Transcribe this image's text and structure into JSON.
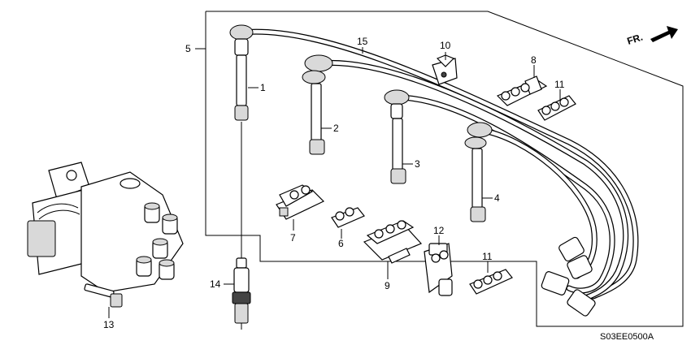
{
  "callouts": [
    {
      "id": "p1",
      "text": "1"
    },
    {
      "id": "p2",
      "text": "2"
    },
    {
      "id": "p3",
      "text": "3"
    },
    {
      "id": "p4",
      "text": "4"
    },
    {
      "id": "p5",
      "text": "5"
    },
    {
      "id": "p6",
      "text": "6"
    },
    {
      "id": "p7",
      "text": "7"
    },
    {
      "id": "p8",
      "text": "8"
    },
    {
      "id": "p9",
      "text": "9"
    },
    {
      "id": "p10",
      "text": "10"
    },
    {
      "id": "p11a",
      "text": "11"
    },
    {
      "id": "p11b",
      "text": "11"
    },
    {
      "id": "p12",
      "text": "12"
    },
    {
      "id": "p13",
      "text": "13"
    },
    {
      "id": "p14",
      "text": "14"
    },
    {
      "id": "p15",
      "text": "15"
    }
  ],
  "front_indicator": {
    "label": "FR.",
    "icon": "arrow-icon"
  },
  "diagram_code": "S03EE0500A"
}
